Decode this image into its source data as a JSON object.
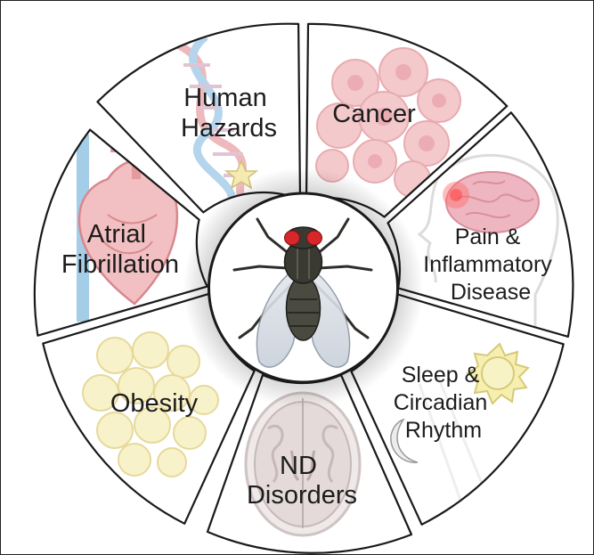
{
  "diagram": {
    "center_image": "housefly-illustration",
    "segments": [
      {
        "id": "human-hazards",
        "lines": [
          "Human",
          "Hazards"
        ],
        "icon": "dna-helix-icon"
      },
      {
        "id": "cancer",
        "lines": [
          "Cancer"
        ],
        "icon": "cancer-cells-icon"
      },
      {
        "id": "pain",
        "lines": [
          "Pain &",
          "Inflammatory",
          "Disease"
        ],
        "icon": "brain-pain-icon"
      },
      {
        "id": "sleep",
        "lines": [
          "Sleep &",
          "Circadian",
          "Rhythm"
        ],
        "icon": "sun-moon-icon"
      },
      {
        "id": "nd",
        "lines": [
          "ND",
          "Disorders"
        ],
        "icon": "brain-scan-icon"
      },
      {
        "id": "obesity",
        "lines": [
          "Obesity"
        ],
        "icon": "fat-cells-icon"
      },
      {
        "id": "atrial",
        "lines": [
          "Atrial",
          "Fibrillation"
        ],
        "icon": "heart-icon"
      }
    ],
    "colors": {
      "outline": "#1a1a1a",
      "segment_fill": "#ffffff",
      "dna_pink": "#e8a0a6",
      "dna_blue": "#9cc7e6",
      "cancer_pink": "#f0bcc0",
      "brain_pink": "#eeb6c0",
      "sun_yellow": "#f6efb0",
      "scan_gray": "#d9d2d2",
      "fat_yellow": "#f7efc0",
      "heart_red": "#e59a9e",
      "vessel_blue": "#a4cde8",
      "fly_body": "#3a3a33",
      "fly_eye": "#d8262a"
    }
  }
}
